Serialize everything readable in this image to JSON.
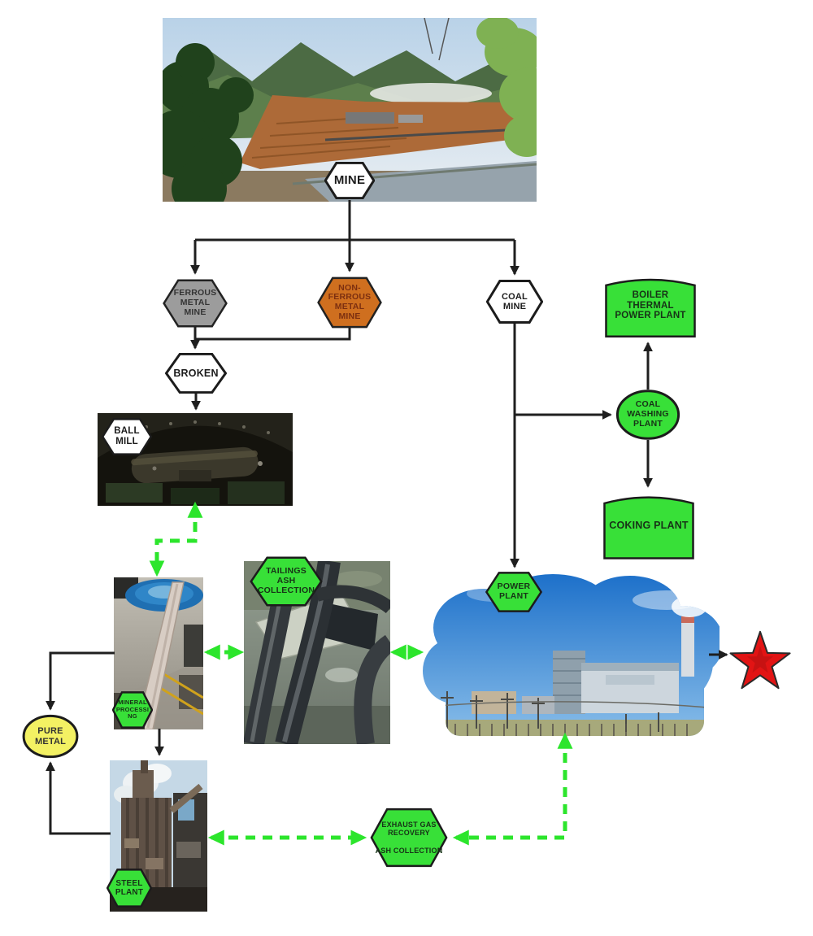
{
  "nodes": {
    "mine": {
      "label": "MINE",
      "fill": "#ffffff"
    },
    "ferrous": {
      "label": "FERROUS\nMETAL\nMINE",
      "fill": "#9c9c9c"
    },
    "non_ferrous": {
      "label": "NON-\nFERROUS\nMETAL\nMINE",
      "fill": "#cf6f1f"
    },
    "coal_mine": {
      "label": "COAL\nMINE",
      "fill": "#ffffff"
    },
    "boiler": {
      "label": "BOILER\nTHERMAL\nPOWER PLANT",
      "fill": "#38e038"
    },
    "coal_washing": {
      "label": "COAL\nWASHING\nPLANT",
      "fill": "#38e038"
    },
    "coking": {
      "label": "COKING PLANT",
      "fill": "#38e038"
    },
    "broken": {
      "label": "BROKEN",
      "fill": "#ffffff"
    },
    "ball_mill": {
      "label": "BALL\nMILL",
      "fill": "#ffffff"
    },
    "tailings": {
      "label": "TAILINGS\nASH\nCOLLECTION",
      "fill": "#38e038"
    },
    "power_plant": {
      "label": "POWER\nPLANT",
      "fill": "#38e038"
    },
    "mineral_processing": {
      "label": "MINERAL\nPROCESSI\nNG",
      "fill": "#38e038"
    },
    "pure_metal": {
      "label": "PURE\nMETAL",
      "fill": "#f3f163"
    },
    "steel_plant": {
      "label": "STEEL\nPLANT",
      "fill": "#38e038"
    },
    "exhaust": {
      "label_top": "EXHAUST GAS\nRECOVERY",
      "label_bottom": "ASH COLLECTION",
      "fill": "#38e038"
    }
  },
  "photos": {
    "mine": "open-pit mine valley landscape",
    "ball_mill": "ball mill interior",
    "mineral_processing": "mineral processing plant",
    "tailings": "tailings slurry pipes",
    "power_plant": "coal-fired power plant under blue sky",
    "steel_plant": "steel plant blast furnace"
  },
  "edges": {
    "solid_black": [
      "MINE -> FERROUS METAL MINE",
      "MINE -> NON-FERROUS METAL MINE",
      "MINE -> COAL MINE",
      "FERROUS/NON-FERROUS METAL MINE -> BROKEN",
      "BROKEN -> BALL MILL",
      "COAL MINE -> POWER PLANT",
      "COAL MINE -> COAL WASHING PLANT",
      "COAL WASHING PLANT -> BOILER THERMAL POWER PLANT",
      "COAL WASHING PLANT -> COKING PLANT",
      "MINERAL PROCESSING -> PURE METAL",
      "MINERAL PROCESSING -> STEEL PLANT",
      "STEEL PLANT -> PURE METAL",
      "POWER PLANT -> STAR"
    ],
    "dashed_green": [
      "BALL MILL <-> MINERAL PROCESSING",
      "MINERAL PROCESSING <-> TAILINGS ASH COLLECTION",
      "TAILINGS ASH COLLECTION <-> POWER PLANT",
      "POWER PLANT <-> EXHAUST GAS RECOVERY / ASH COLLECTION",
      "EXHAUST GAS RECOVERY / ASH COLLECTION <-> STEEL PLANT"
    ]
  },
  "colors": {
    "green_fill": "#38e038",
    "green_arrow": "#2ce52c",
    "orange_fill": "#cf6f1f",
    "orange_text": "#7c2f10",
    "gray_fill": "#9c9c9c",
    "yellow_fill": "#f3f163",
    "star_red": "#e21414",
    "line_black": "#1f1f1f"
  }
}
